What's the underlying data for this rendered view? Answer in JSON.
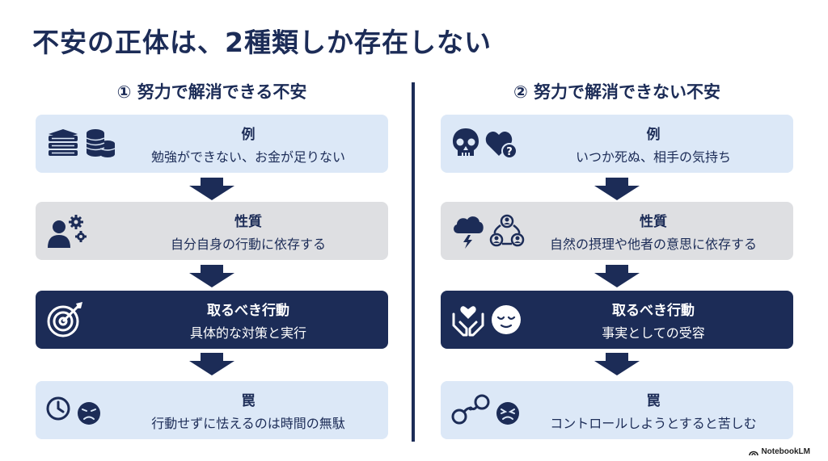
{
  "title": "不安の正体は、2種類しか存在しない",
  "left": {
    "heading": "① 努力で解消できる不安",
    "example": {
      "title": "例",
      "text": "勉強ができない、お金が足りない"
    },
    "nature": {
      "title": "性質",
      "text": "自分自身の行動に依存する"
    },
    "action": {
      "title": "取るべき行動",
      "text": "具体的な対策と実行"
    },
    "trap": {
      "title": "罠",
      "text": "行動せずに怯えるのは時間の無駄"
    }
  },
  "right": {
    "heading": "② 努力で解消できない不安",
    "example": {
      "title": "例",
      "text": "いつか死ぬ、相手の気持ち"
    },
    "nature": {
      "title": "性質",
      "text": "自然の摂理や他者の意思に依存する"
    },
    "action": {
      "title": "取るべき行動",
      "text": "事実としての受容"
    },
    "trap": {
      "title": "罠",
      "text": "コントロールしようとすると苦しむ"
    }
  },
  "brand": "NotebookLM",
  "icons": {
    "left": [
      "books-icon",
      "coins-icon",
      "person-gears-icon",
      "target-icon",
      "clock-icon",
      "frustrated-face-icon"
    ],
    "right": [
      "skull-icon",
      "heart-question-icon",
      "storm-cloud-icon",
      "people-network-icon",
      "hands-heart-icon",
      "calm-face-icon",
      "handcuffs-icon",
      "distressed-face-icon"
    ]
  },
  "colors": {
    "navy": "#1c2c57",
    "light_blue": "#dce8f7",
    "light_gray": "#dedfe2"
  }
}
